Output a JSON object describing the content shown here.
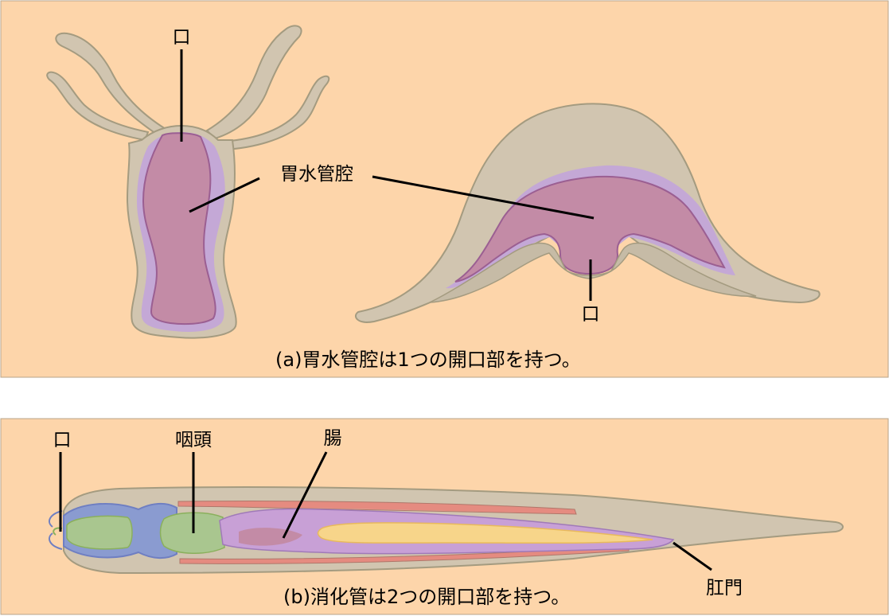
{
  "colors": {
    "background": "#fdd5aa",
    "body_wall": "#d1c5b0",
    "body_outline": "#a49b80",
    "gastrodermis": "#c4a8d6",
    "cavity": "#c38ba6",
    "cavity_outline": "#9b5f92",
    "mouth_part": "#8a9bd0",
    "pharynx": "#a9c68f",
    "intestine": "#c8a0d6",
    "yolk": "#f7d58a",
    "muscle": "#e58b80"
  },
  "panel_a": {
    "hydra_mouth_label": "口",
    "cavity_label": "胃水管腔",
    "medusa_mouth_label": "口",
    "caption": "(a)胃水管腔は1つの開口部を持つ。"
  },
  "panel_b": {
    "mouth_label": "口",
    "pharynx_label": "咽頭",
    "intestine_label": "腸",
    "anus_label": "肛門",
    "caption": "(b)消化管は2つの開口部を持つ。"
  }
}
